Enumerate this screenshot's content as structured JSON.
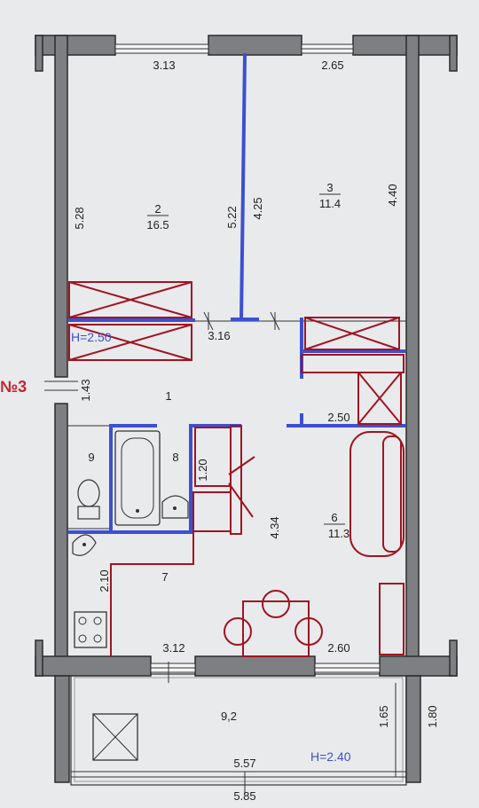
{
  "rooms": [
    {
      "id": "2",
      "area": "16.5"
    },
    {
      "id": "3",
      "area": "11.4"
    },
    {
      "id": "1"
    },
    {
      "id": "8"
    },
    {
      "id": "9"
    },
    {
      "id": "6",
      "area": "11.3"
    },
    {
      "id": "7"
    },
    {
      "area": "9,2"
    }
  ],
  "dimensions": {
    "top_left_width": "3.13",
    "top_right_width": "2.65",
    "left_height": "5.28",
    "partition_left": "5.22",
    "partition_right": "4.25",
    "right_height": "4.40",
    "corridor_width": "3.16",
    "corridor_height": "1.43",
    "niche_width": "2.50",
    "bath_width": "1.20",
    "kitchen_height": "4.34",
    "wc_height": "2.10",
    "bottom_left_width": "3.12",
    "bottom_right_width": "2.60",
    "balcony_inner_height": "1.65",
    "balcony_outer_height": "1.80",
    "balcony_inner_width": "5.57",
    "balcony_outer_width": "5.85"
  },
  "ceiling_heights": {
    "main": "H=2.50",
    "balcony": "H=2.40"
  },
  "apartment_label": "№3"
}
